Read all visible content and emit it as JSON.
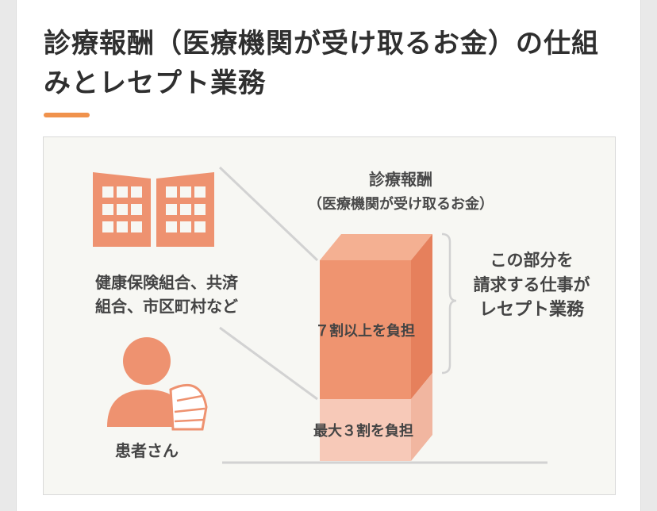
{
  "header": {
    "title_line1": "診療報酬（医療機関が受け取るお金）の仕組",
    "title_line2": "みとレセプト業務"
  },
  "colors": {
    "accent": "#f0924c",
    "block_upper": "#ef9470",
    "block_upper_top": "#f4b092",
    "block_upper_side": "#e6805c",
    "block_lower": "#f7c9b8",
    "block_lower_side": "#f1b6a0",
    "icon": "#ee9270",
    "line": "#d2d2d2"
  },
  "diagram": {
    "insurer_label_line1": "健康保険組合、共済",
    "insurer_label_line2": "組合、市区町村など",
    "patient_label": "患者さん",
    "fee_label": "診療報酬",
    "fee_sublabel": "（医療機関が受け取るお金）",
    "upper_label": "７割以上を負担",
    "lower_label": "最大３割を負担",
    "work_line1": "この部分を",
    "work_line2": "請求する仕事が",
    "work_line3": "レセプト業務",
    "icons": [
      "building-icon",
      "patient-icon"
    ],
    "insurer_share_min_percent": 70,
    "patient_share_max_percent": 30
  }
}
